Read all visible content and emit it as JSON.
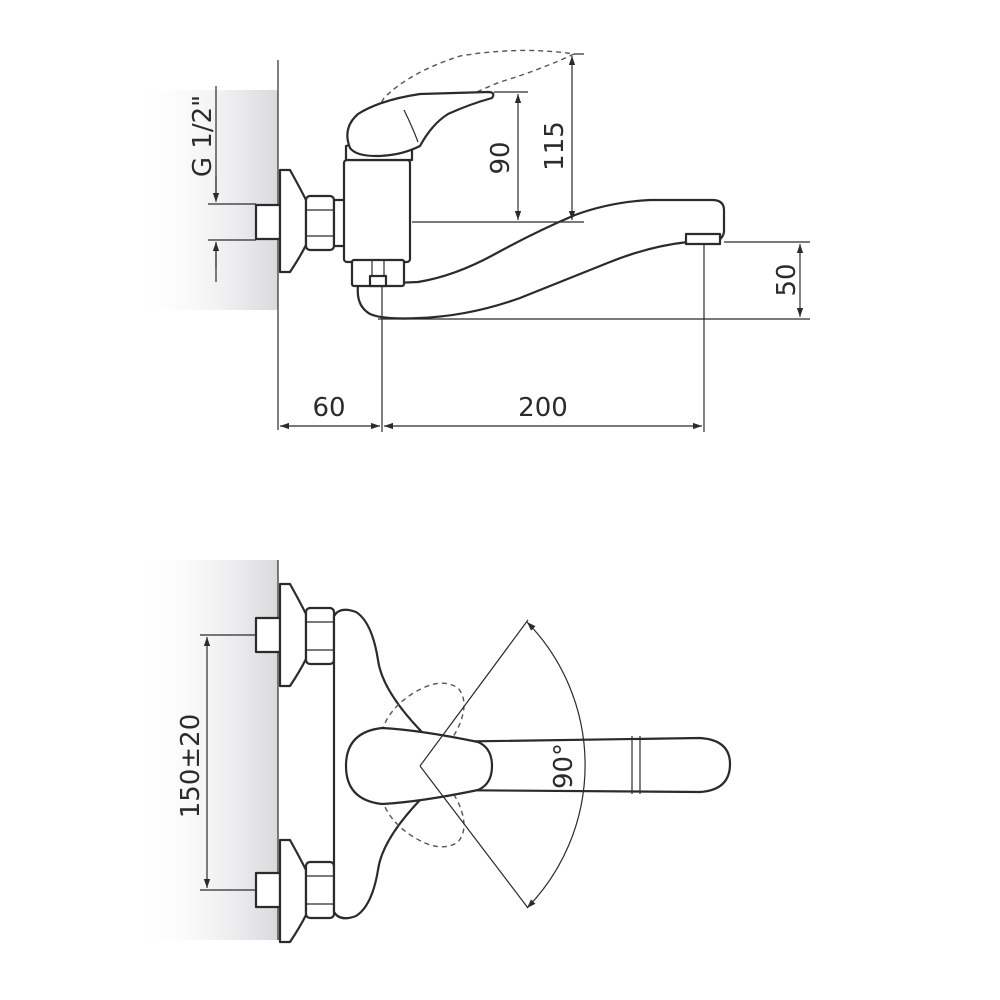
{
  "dimensions": {
    "thread": "G 1/2\"",
    "lever_height": "90",
    "lever_raised_height": "115",
    "spout_height": "50",
    "wall_offset": "60",
    "spout_reach": "200",
    "inlet_spacing": "150±20",
    "swivel_angle": "90°"
  },
  "colors": {
    "line": "#2b2b2b",
    "wall_shade": "#d9d9dc"
  }
}
